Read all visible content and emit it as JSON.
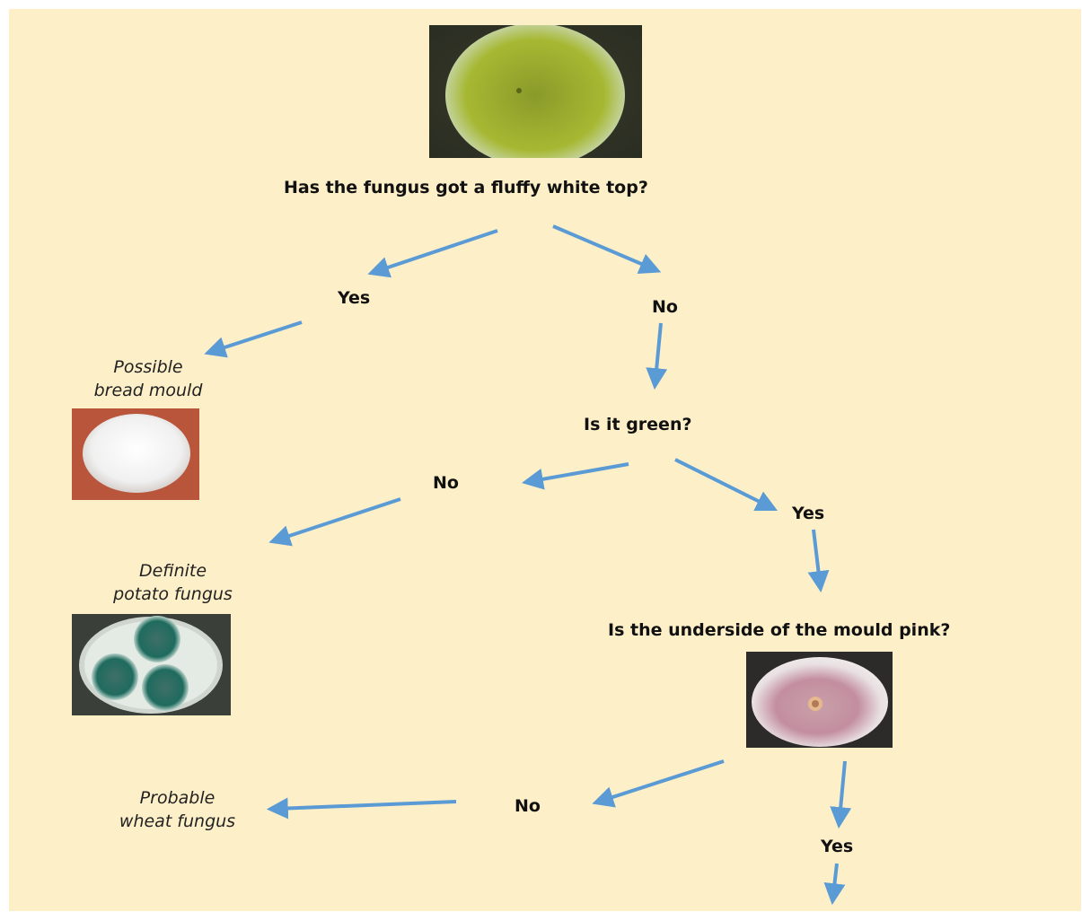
{
  "colors": {
    "background": "#fdefc8",
    "arrow": "#5b9bd5"
  },
  "questions": {
    "q1": "Has the fungus got a fluffy white top?",
    "q2": "Is it green?",
    "q3": "Is the underside of the mould pink?"
  },
  "answers": {
    "q1_yes": "Yes",
    "q1_no": "No",
    "q2_no": "No",
    "q2_yes": "Yes",
    "q3_no": "No",
    "q3_yes": "Yes"
  },
  "results": {
    "bread": {
      "line1": "Possible",
      "line2": "bread mould"
    },
    "potato": {
      "line1": "Definite",
      "line2": "potato fungus"
    },
    "wheat": {
      "line1": "Probable",
      "line2": "wheat fungus"
    }
  },
  "images": {
    "top": "green-mould-culture-photo",
    "bread": "white-fluffy-mould-photo",
    "potato": "green-petri-dish-colonies-photo",
    "pink": "pink-underside-mould-photo"
  }
}
